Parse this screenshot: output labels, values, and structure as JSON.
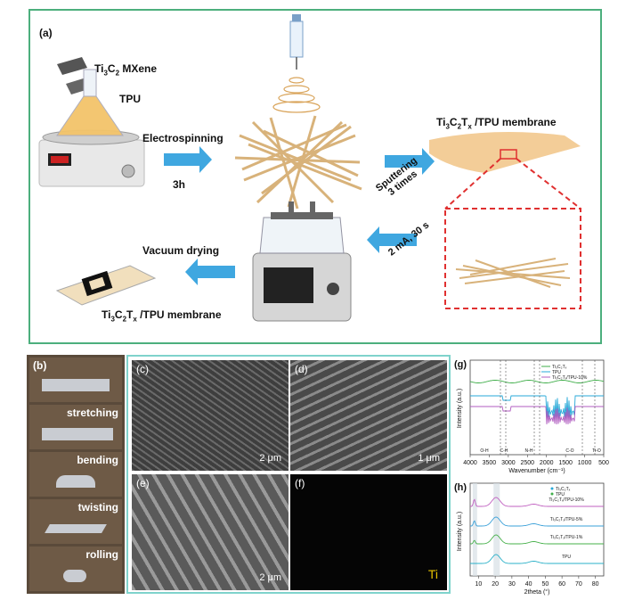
{
  "panel_a": {
    "label": "(a)",
    "mxene_label": "Ti",
    "mxene_sub1": "3",
    "mxene_mid": "C",
    "mxene_sub2": "2",
    "mxene_tail": " MXene",
    "tpu_label": "TPU",
    "electrospinning_label": "Electrospinning",
    "time_label": "3h",
    "membrane_top": {
      "pre": "Ti",
      "s1": "3",
      "m": "C",
      "s2": "2",
      "m2": "T",
      "s3": "x",
      "tail": " /TPU membrane"
    },
    "sputter_line1": "Sputtering",
    "sputter_line2": "3 times",
    "sputter_line3": "2 mA, 30 s",
    "vacuum_label": "Vacuum drying",
    "membrane_bottom": {
      "pre": "Ti",
      "s1": "3",
      "m": "C",
      "s2": "2",
      "m2": "T",
      "s3": "x",
      "tail": " /TPU membrane"
    }
  },
  "panel_b": {
    "label": "(b)",
    "photos": [
      "",
      "stretching",
      "bending",
      "twisting",
      "rolling"
    ]
  },
  "sem": {
    "c": {
      "label": "(c)",
      "scale": "2 μm"
    },
    "d": {
      "label": "(d)",
      "scale": "1 μm"
    },
    "e": {
      "label": "(e)",
      "scale": "2 μm"
    },
    "f": {
      "label": "(f)",
      "element": "Ti"
    }
  },
  "chart_data": [
    {
      "type": "line",
      "panel": "(g)",
      "xlabel": "Wavenumber (cm⁻¹)",
      "ylabel": "Intensity (a.u.)",
      "xlim": [
        4000,
        500
      ],
      "x_ticks": [
        "4000",
        "3500",
        "3000",
        "2500",
        "2000",
        "1500",
        "1000",
        "500"
      ],
      "legend": [
        "Ti₃C₂Tₓ",
        "TPU",
        "Ti₃C₂Tₓ/TPU-10%"
      ],
      "band_labels": [
        "O-H",
        "C-H",
        "N-H",
        "C-O",
        "Ti-O"
      ],
      "series_colors": [
        "#3fae49",
        "#27a9d8",
        "#b05cc0"
      ]
    },
    {
      "type": "line",
      "panel": "(h)",
      "xlabel": "2theta (°)",
      "ylabel": "Intensity (a.u.)",
      "xlim": [
        5,
        85
      ],
      "x_ticks": [
        "10",
        "20",
        "30",
        "40",
        "50",
        "60",
        "70",
        "80"
      ],
      "legend": [
        "Ti₃C₂Tₓ",
        "TPU"
      ],
      "series": [
        {
          "name": "Ti₃C₂Tₓ/TPU-10%",
          "color": "#c060c0"
        },
        {
          "name": "Ti₃C₂Tₓ/TPU-5%",
          "color": "#3aa0d8"
        },
        {
          "name": "Ti₃C₂Tₓ/TPU-1%",
          "color": "#46b04a"
        },
        {
          "name": "TPU",
          "color": "#2ab0c8"
        }
      ]
    }
  ]
}
